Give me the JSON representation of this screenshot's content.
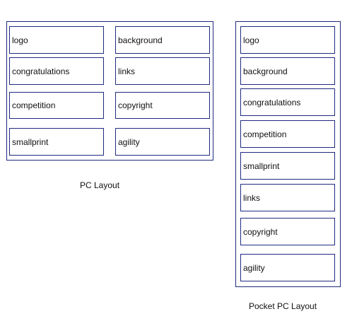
{
  "pc_layout": {
    "caption": "PC Layout",
    "cells": [
      "logo",
      "background",
      "congratulations",
      "links",
      "competition",
      "copyright",
      "smallprint",
      "agility"
    ]
  },
  "pocket_pc_layout": {
    "caption": "Pocket PC Layout",
    "cells": [
      "logo",
      "background",
      "congratulations",
      "competition",
      "smallprint",
      "links",
      "copyright",
      "agility"
    ]
  },
  "colors": {
    "border": "#1f2a80",
    "text": "#111111",
    "background": "#ffffff"
  }
}
